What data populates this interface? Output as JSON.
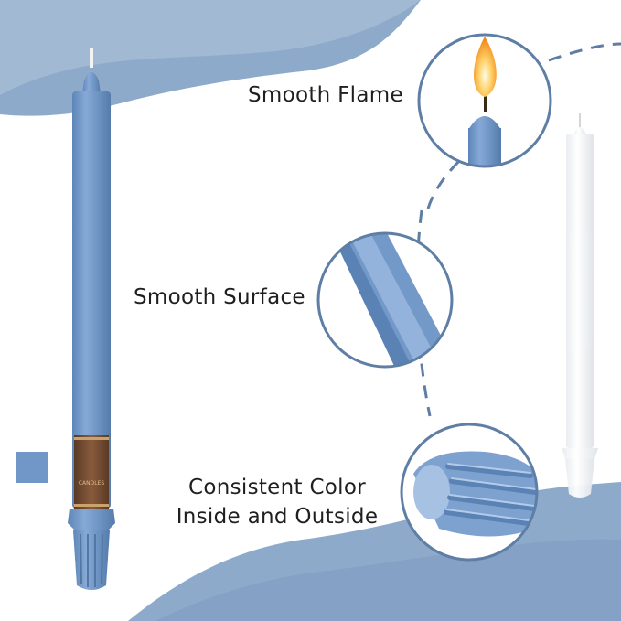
{
  "features": [
    {
      "label": "Smooth Flame"
    },
    {
      "label": "Smooth Surface"
    },
    {
      "label_line1": "Consistent Color",
      "label_line2": "Inside and Outside"
    }
  ],
  "brand": {
    "name": "CANDLES"
  },
  "colors": {
    "candle_blue": "#6f96c6",
    "background_blue": "#8eaacb",
    "ring_stroke": "#5f7ea6",
    "text": "#1f1f1f"
  },
  "swatch_color": "#7097c8"
}
